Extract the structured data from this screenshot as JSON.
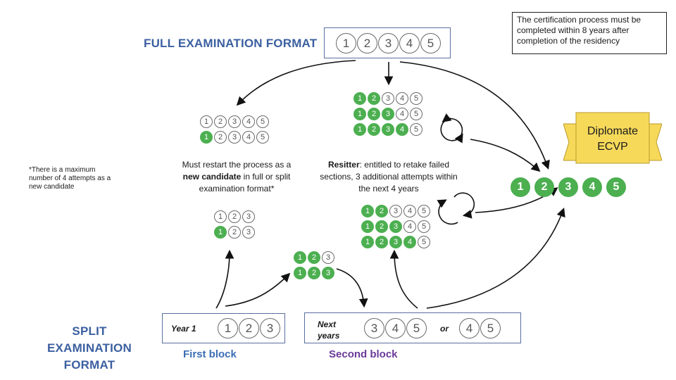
{
  "full_format": {
    "title": "FULL EXAMINATION FORMAT",
    "circles": [
      "1",
      "2",
      "3",
      "4",
      "5"
    ]
  },
  "note_box": "The certification process must be completed within 8 years after completion of the residency",
  "footnote": "*There is a maximum number of 4 attempts as a new candidate",
  "restart": {
    "text_before": "Must restart the process as a ",
    "bold": "new candidate",
    "text_after": " in full or split examination format*"
  },
  "resitter": {
    "bold": "Resitter",
    "text": ": entitled to retake failed sections, 3 additional attempts within the next 4 years"
  },
  "diplomate": {
    "line1": "Diplomate",
    "line2": "ECVP"
  },
  "final_circles": [
    "1",
    "2",
    "3",
    "4",
    "5"
  ],
  "split_format": {
    "title_line1": "SPLIT EXAMINATION",
    "title_line2": "FORMAT",
    "first_block": {
      "year_label": "Year 1",
      "circles": [
        "1",
        "2",
        "3"
      ],
      "caption": "First block"
    },
    "second_block": {
      "year_label_line1": "Next",
      "year_label_line2": "years",
      "circles_a": [
        "3",
        "4",
        "5"
      ],
      "or": "or",
      "circles_b": [
        "4",
        "5"
      ],
      "caption": "Second block"
    }
  },
  "groups": {
    "fail_full": [
      {
        "n": [
          "1",
          "2",
          "3",
          "4",
          "5"
        ],
        "filled": []
      },
      {
        "n": [
          "1",
          "2",
          "3",
          "4",
          "5"
        ],
        "filled": [
          0
        ]
      }
    ],
    "resit_full": [
      {
        "n": [
          "1",
          "2",
          "3",
          "4",
          "5"
        ],
        "filled": [
          0,
          1
        ]
      },
      {
        "n": [
          "1",
          "2",
          "3",
          "4",
          "5"
        ],
        "filled": [
          0,
          1,
          2
        ]
      },
      {
        "n": [
          "1",
          "2",
          "3",
          "4",
          "5"
        ],
        "filled": [
          0,
          1,
          2,
          3
        ]
      }
    ],
    "fail_split": [
      {
        "n": [
          "1",
          "2",
          "3"
        ],
        "filled": []
      },
      {
        "n": [
          "1",
          "2",
          "3"
        ],
        "filled": [
          0
        ]
      }
    ],
    "pass_split": [
      {
        "n": [
          "1",
          "2",
          "3"
        ],
        "filled": [
          0,
          1
        ]
      },
      {
        "n": [
          "1",
          "2",
          "3"
        ],
        "filled": [
          0,
          1,
          2
        ]
      }
    ],
    "resit_split": [
      {
        "n": [
          "1",
          "2",
          "3",
          "4",
          "5"
        ],
        "filled": [
          0,
          1
        ]
      },
      {
        "n": [
          "1",
          "2",
          "3",
          "4",
          "5"
        ],
        "filled": [
          0,
          1,
          2
        ]
      },
      {
        "n": [
          "1",
          "2",
          "3",
          "4",
          "5"
        ],
        "filled": [
          0,
          1,
          2,
          3
        ]
      }
    ]
  },
  "colors": {
    "heading": "#3b5fa0",
    "green": "#4caf50",
    "banner": "#f7d95a",
    "first_block": "#3b6eb5",
    "second_block": "#6a3a9a"
  }
}
